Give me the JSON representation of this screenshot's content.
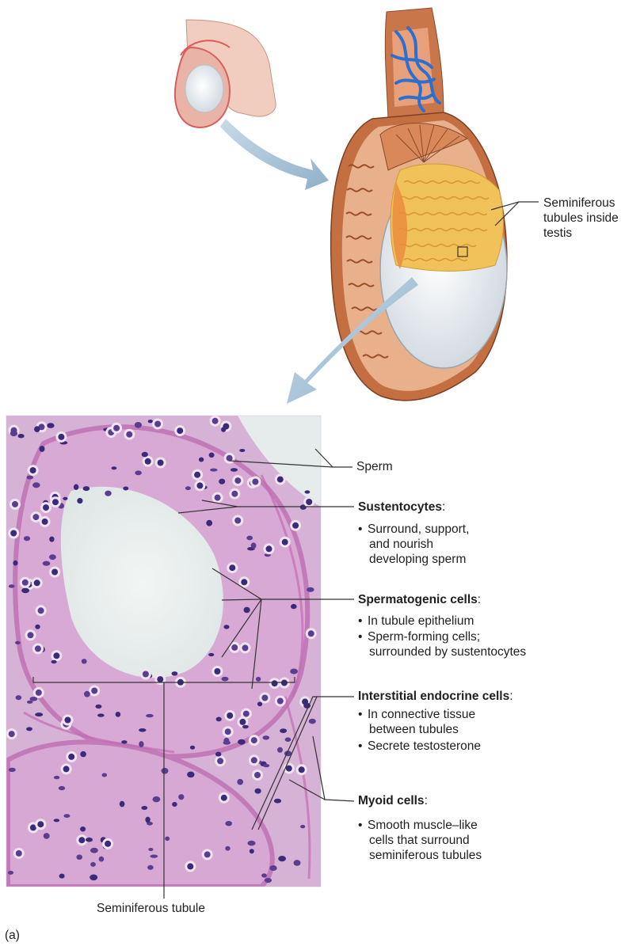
{
  "labels": {
    "seminiferous_tubules_inside_testis": [
      "Seminiferous",
      "tubules inside",
      "testis"
    ],
    "sperm": "Sperm",
    "sustentocytes": {
      "title": "Sustentocytes",
      "colon": ":",
      "bullets": [
        [
          "Surround, support,",
          "and nourish",
          "developing sperm"
        ]
      ]
    },
    "spermatogenic_cells": {
      "title": "Spermatogenic cells",
      "colon": ":",
      "bullets": [
        [
          "In tubule epithelium"
        ],
        [
          "Sperm-forming cells;",
          "surrounded by sustentocytes"
        ]
      ]
    },
    "interstitial_endocrine_cells": {
      "title": "Interstitial endocrine cells",
      "colon": ":",
      "bullets": [
        [
          "In connective tissue",
          "between tubules"
        ],
        [
          "Secrete testosterone"
        ]
      ]
    },
    "myoid_cells": {
      "title": "Myoid cells",
      "colon": ":",
      "bullets": [
        [
          "Smooth muscle–like",
          "cells that surround",
          "seminiferous tubules"
        ]
      ]
    },
    "seminiferous_tubule": "Seminiferous tubule",
    "panel_letter": "(a)"
  },
  "bullet_glyph": "•",
  "colors": {
    "leader_line": "#333333",
    "arrow": "#9ab8cf",
    "testis_tissue": "#c8703e",
    "tubule_yellow": "#f2c25a",
    "histology_bg": "#d8b6d6",
    "histology_lumen": "#e9eef0",
    "nucleus": "#3b2a7a",
    "vein": "#2d6fd0"
  }
}
